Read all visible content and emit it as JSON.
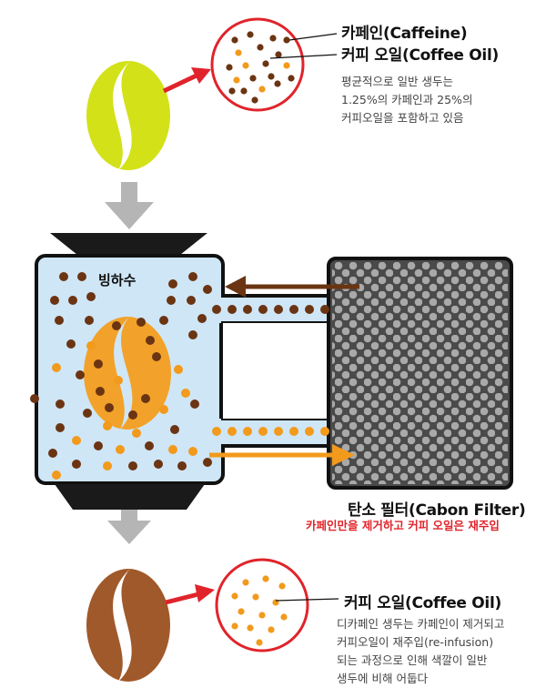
{
  "top_callout": {
    "caffeine_label": "카페인(Caffeine)",
    "coffee_oil_label": "커피 오일(Coffee Oil)",
    "description_lines": [
      "평균적으로 일반 생두는",
      "1.25%의 카페인과 25%의",
      "커피오일을 포함하고 있음"
    ]
  },
  "tank": {
    "label": "빙하수"
  },
  "filter": {
    "title": "탄소 필터(Cabon Filter)",
    "subtitle": "카페인만을 제거하고 커피 오일은 재주입"
  },
  "bottom_callout": {
    "coffee_oil_label": "커피 오일(Coffee Oil)",
    "description_lines": [
      "디카페인 생두는 카페인이 제거되고",
      "커피오일이 재주입(re-infusion)",
      "되는 과정으로 인해 색깔이 일반",
      "생두에 비해 어둡다"
    ]
  },
  "colors": {
    "caffeine": "#6b3412",
    "coffee_oil": "#f29a1c",
    "green_bean": "#d3e119",
    "roasted_bean": "#a0592a",
    "water": "#cfe6f7",
    "filter": "#4a4a4a",
    "arrow_red": "#e0242b",
    "arrow_gray": "#b5b5b5"
  }
}
